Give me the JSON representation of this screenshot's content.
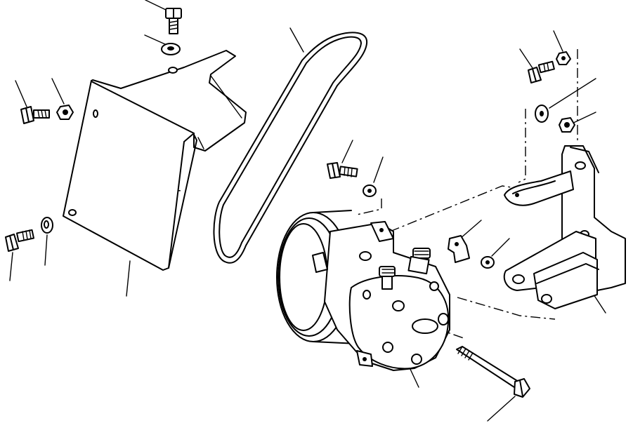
{
  "colors": {
    "ink": "#000000",
    "paper": "#ffffff"
  },
  "parts": [
    "bolt-top",
    "washer-top",
    "bolt-left",
    "nut-left",
    "guard-shield",
    "bolt-lower-left",
    "washer-lower-left",
    "drive-belt",
    "bolt-center",
    "washer-center",
    "compressor",
    "clip",
    "washer-clip",
    "bolt-upper-right",
    "nut-upper-right",
    "washer-right",
    "nut-right",
    "mounting-bracket",
    "long-bolt"
  ]
}
